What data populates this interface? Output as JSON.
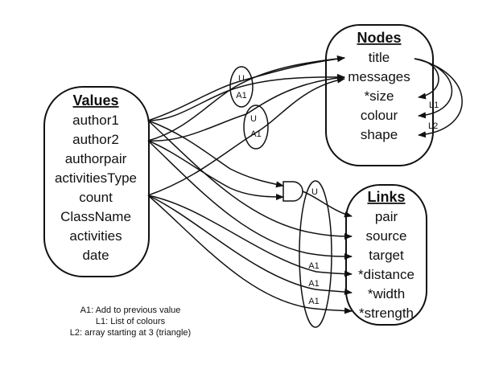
{
  "values": {
    "title": "Values",
    "fields": [
      "author1",
      "author2",
      "authorpair",
      "activitiesType",
      "count",
      "ClassName",
      "activities",
      "date"
    ]
  },
  "nodes": {
    "title": "Nodes",
    "fields": [
      "title",
      "messages",
      "*size",
      "colour",
      "shape"
    ]
  },
  "links": {
    "title": "Links",
    "fields": [
      "pair",
      "source",
      "target",
      "*distance",
      "*width",
      "*strength"
    ]
  },
  "operators": {
    "union": "U",
    "add": "A1",
    "list": "L1",
    "array": "L2"
  },
  "legend": [
    "A1: Add to previous value",
    "L1: List of colours",
    "L2: array starting at 3 (triangle)"
  ]
}
